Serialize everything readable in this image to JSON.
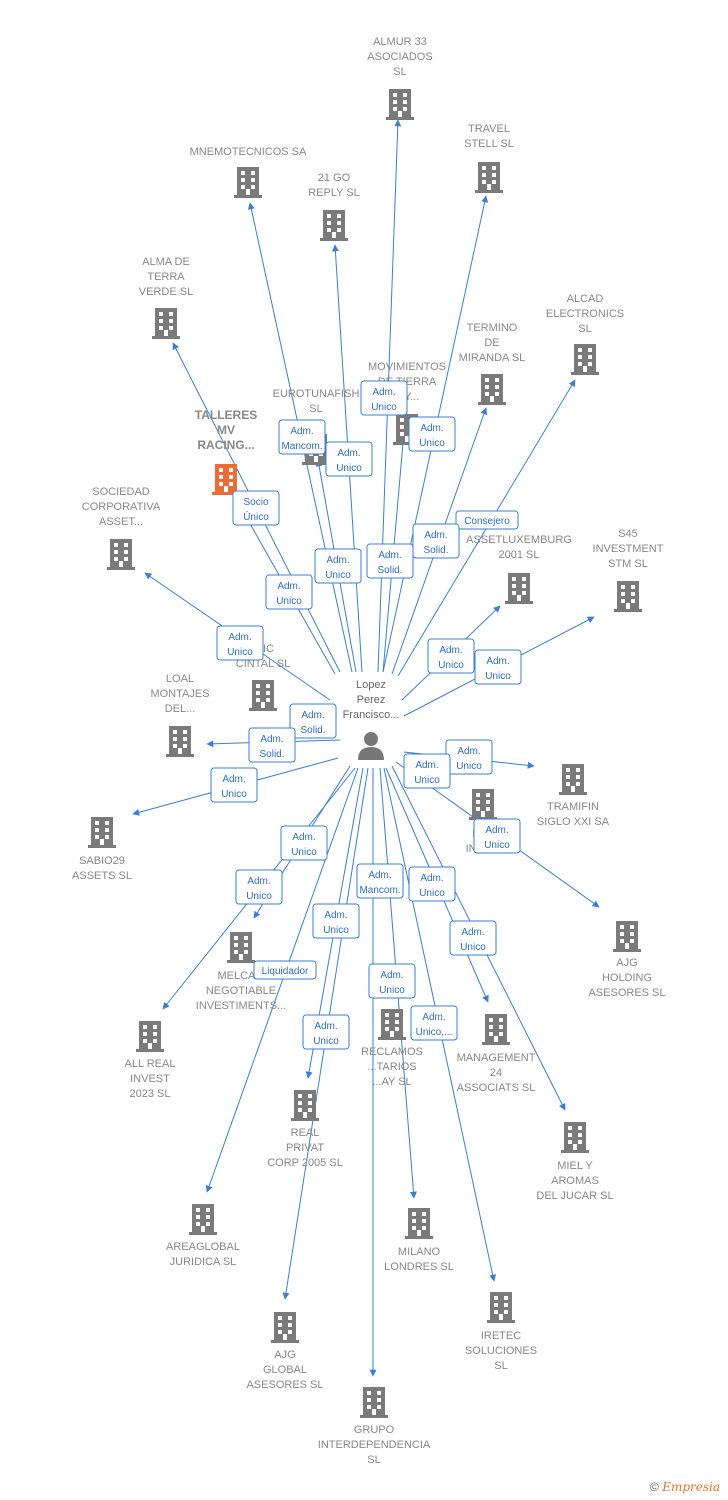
{
  "colors": {
    "edge": "#3a7fd5",
    "building": "#7a7a7a",
    "highlight": "#f06a35"
  },
  "center": {
    "name_lines": [
      "Lopez",
      "Perez",
      "Francisco..."
    ],
    "icon": "person-icon"
  },
  "nodes": [
    {
      "id": "almur",
      "lines": [
        "ALMUR 33",
        "ASOCIADOS",
        "SL"
      ]
    },
    {
      "id": "travel",
      "lines": [
        "TRAVEL",
        "STELL  SL"
      ]
    },
    {
      "id": "mnemo",
      "lines": [
        "MNEMOTECNICOS SA"
      ]
    },
    {
      "id": "go21",
      "lines": [
        "21 GO",
        "REPLY  SL"
      ]
    },
    {
      "id": "alma",
      "lines": [
        "ALMA DE",
        "TERRA",
        "VERDE  SL"
      ]
    },
    {
      "id": "alcad",
      "lines": [
        "ALCAD",
        "ELECTRONICS",
        "SL"
      ]
    },
    {
      "id": "termino",
      "lines": [
        "TERMINO",
        "DE",
        "MIRANDA SL"
      ]
    },
    {
      "id": "movimientos",
      "lines": [
        "MOVIMIENTOS",
        "DE TIERRA",
        "Z Y..."
      ]
    },
    {
      "id": "eurotuna",
      "lines": [
        "EUROTUNAFISH",
        "SL"
      ]
    },
    {
      "id": "talleres",
      "lines": [
        "TALLERES",
        "MV",
        "RACING..."
      ],
      "highlight": true
    },
    {
      "id": "sociedad",
      "lines": [
        "SOCIEDAD",
        "CORPORATIVA",
        "ASSET..."
      ]
    },
    {
      "id": "assetlux",
      "lines": [
        "ASSETLUXEMBURG",
        "2001  SL"
      ]
    },
    {
      "id": "s45",
      "lines": [
        "S45",
        "INVESTMENT",
        "STM  SL"
      ]
    },
    {
      "id": "cintal",
      "lines": [
        "ICIC",
        "CINTAL  SL"
      ]
    },
    {
      "id": "loal",
      "lines": [
        "LOAL",
        "MONTAJES",
        "DEL..."
      ]
    },
    {
      "id": "tramifin",
      "lines": [
        "TRAMIFIN",
        "SIGLO XXI SA"
      ]
    },
    {
      "id": "ktp",
      "lines": [
        "KTP",
        "INVE..."
      ]
    },
    {
      "id": "sabio",
      "lines": [
        "SABIO29",
        "ASSETS  SL"
      ]
    },
    {
      "id": "ajgholding",
      "lines": [
        "AJG",
        "HOLDING",
        "ASESORES  SL"
      ]
    },
    {
      "id": "melca",
      "lines": [
        "MELCA...",
        "NEGOTIABLE",
        "INVESTIMENTS..."
      ]
    },
    {
      "id": "allreal",
      "lines": [
        "ALL REAL",
        "INVEST",
        "2023  SL"
      ]
    },
    {
      "id": "reclamos",
      "lines": [
        "RECLAMOS",
        "...TARIOS",
        "...AY SL"
      ]
    },
    {
      "id": "management",
      "lines": [
        "MANAGEMENT",
        "24",
        "ASSOCIATS  SL"
      ]
    },
    {
      "id": "realprivat",
      "lines": [
        "REAL",
        "PRIVAT",
        "CORP 2005  SL"
      ]
    },
    {
      "id": "miel",
      "lines": [
        "MIEL Y",
        "AROMAS",
        "DEL JUCAR  SL"
      ]
    },
    {
      "id": "areaglobal",
      "lines": [
        "AREAGLOBAL",
        "JURIDICA  SL"
      ]
    },
    {
      "id": "milano",
      "lines": [
        "MILANO",
        "LONDRES  SL"
      ]
    },
    {
      "id": "iretec",
      "lines": [
        "IRETEC",
        "SOLUCIONES",
        "SL"
      ]
    },
    {
      "id": "ajgglobal",
      "lines": [
        "AJG",
        "GLOBAL",
        "ASESORES  SL"
      ]
    },
    {
      "id": "grupo",
      "lines": [
        "GRUPO",
        "INTERDEPENDENCIA",
        "SL"
      ]
    }
  ],
  "badges": [
    {
      "lines": [
        "Adm.",
        "Unico"
      ]
    },
    {
      "lines": [
        "Adm.",
        "Unico"
      ]
    },
    {
      "lines": [
        "Adm.",
        "Mancom."
      ]
    },
    {
      "lines": [
        "Adm.",
        "Unico"
      ]
    },
    {
      "lines": [
        "Socio",
        "Único"
      ]
    },
    {
      "lines": [
        "Consejero"
      ]
    },
    {
      "lines": [
        "Adm.",
        "Solid."
      ]
    },
    {
      "lines": [
        "Adm.",
        "Unico"
      ]
    },
    {
      "lines": [
        "Adm.",
        "Solid."
      ]
    },
    {
      "lines": [
        "Adm.",
        "Unico"
      ]
    },
    {
      "lines": [
        "Adm.",
        "Unico"
      ]
    },
    {
      "lines": [
        "Adm.",
        "Unico"
      ]
    },
    {
      "lines": [
        "Adm.",
        "Unico"
      ]
    },
    {
      "lines": [
        "Adm.",
        "Solid."
      ]
    },
    {
      "lines": [
        "Adm.",
        "Solid."
      ]
    },
    {
      "lines": [
        "Adm.",
        "Unico"
      ]
    },
    {
      "lines": [
        "Adm.",
        "Unico"
      ]
    },
    {
      "lines": [
        "Adm.",
        "Unico"
      ]
    },
    {
      "lines": [
        "Adm.",
        "Unico"
      ]
    },
    {
      "lines": [
        "Adm.",
        "Unico"
      ]
    },
    {
      "lines": [
        "Adm.",
        "Unico"
      ]
    },
    {
      "lines": [
        "Adm.",
        "Mancom."
      ]
    },
    {
      "lines": [
        "Adm.",
        "Unico"
      ]
    },
    {
      "lines": [
        "Adm.",
        "Unico"
      ]
    },
    {
      "lines": [
        "Liquidador"
      ]
    },
    {
      "lines": [
        "Adm.",
        "Unico"
      ]
    },
    {
      "lines": [
        "Adm.",
        "Unico"
      ]
    },
    {
      "lines": [
        "Adm.",
        "Unico,..."
      ]
    },
    {
      "lines": [
        "Adm.",
        "Unico"
      ]
    }
  ],
  "footer": {
    "symbol": "©",
    "brand": "Empresia"
  }
}
